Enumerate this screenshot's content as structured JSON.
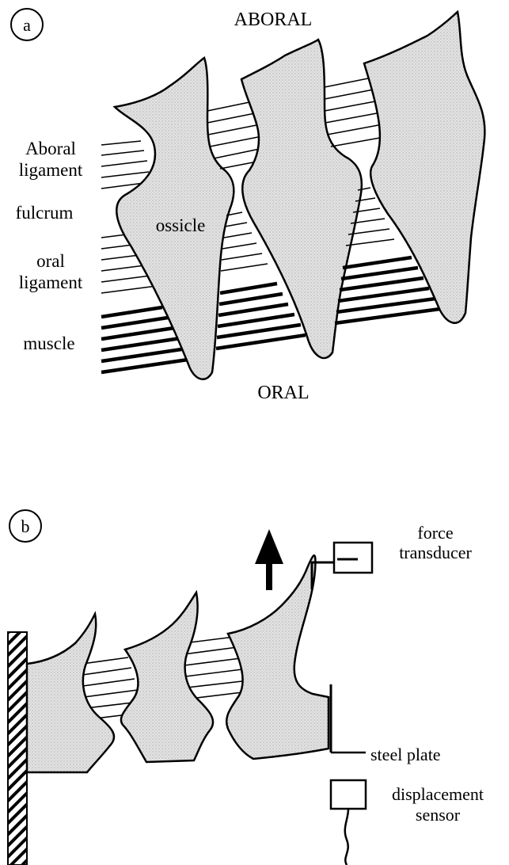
{
  "panel_a": {
    "marker": "a",
    "top_label": "ABORAL",
    "bottom_label": "ORAL",
    "labels": {
      "aboral_1": "Aboral",
      "aboral_2": "ligament",
      "fulcrum": "fulcrum",
      "oral_1": "oral",
      "oral_2": "ligament",
      "muscle": "muscle",
      "ossicle": "ossicle"
    }
  },
  "panel_b": {
    "marker": "b",
    "labels": {
      "force_1": "force",
      "force_2": "transducer",
      "steel_plate": "steel plate",
      "displacement_1": "displacement",
      "displacement_2": "sensor"
    }
  },
  "colors": {
    "ossicle_fill": "#dcdcdc",
    "ink": "#000000"
  }
}
